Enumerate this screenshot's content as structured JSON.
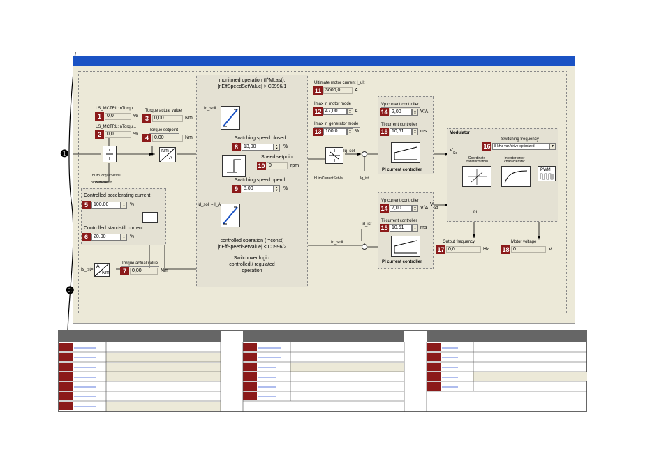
{
  "circle_markers": [
    "❶",
    "❷"
  ],
  "monitored_box": {
    "title_lines": [
      "monitored operation (I^MLast):",
      "|nEffSpeedSetValue| > C0996/1"
    ]
  },
  "controlled_box": {
    "title_lines": [
      "controlled operation (I=const)",
      "|nEffSpeedSetValue| < C0996/2"
    ]
  },
  "switchover_text": [
    "Switchover logic:",
    "controlled / regulated",
    "operation"
  ],
  "signals": {
    "iq_soll_top": "Iq_soll",
    "iq_soll_mid": "Iq_soll",
    "iq_ist_mid": "Iq_ist",
    "id_soll": "Id_soll = I_A",
    "id_ist": "Id_ist",
    "id_soll2": "Id_soll",
    "i_ist": "Is_ist=",
    "block_a_nm_top": "Nm",
    "block_a_nm_bottom": "A",
    "block_a_top": "A",
    "block_a_bottom": "Nm",
    "pwm": "PWM",
    "vsq_v": "V",
    "vsq_sub": "Sq",
    "vsd_v": "V",
    "vsd_sub": "Sd",
    "fd": "fd",
    "lim_torque": "bLimTorqueSetVal",
    "input_jerk": "nInputJerkCtrl",
    "lim_current": "bLimCurrentSetVal"
  },
  "params": [
    {
      "n": "1",
      "label": "LS_MCTRL: nTorqu...",
      "value": "0,0",
      "unit": "%"
    },
    {
      "n": "2",
      "label": "LS_MCTRL: nTorqu...",
      "value": "0,0",
      "unit": "%"
    },
    {
      "n": "3",
      "label": "Torque actual value",
      "value": "0,00",
      "unit": "Nm"
    },
    {
      "n": "4",
      "label": "Torque setpoint",
      "value": "0,00",
      "unit": "Nm"
    },
    {
      "n": "5",
      "label": "Controlled accelerating current",
      "value": "100,00",
      "unit": "%"
    },
    {
      "n": "6",
      "label": "Controlled standstill current",
      "value": "20,00",
      "unit": "%"
    },
    {
      "n": "7",
      "label": "Torque actual value",
      "value": "0,00",
      "unit": "Nm"
    },
    {
      "n": "8",
      "label": "Switching speed closed.",
      "value": "13,00",
      "unit": "%"
    },
    {
      "n": "9",
      "label": "Switching speed open l.",
      "value": "8,00",
      "unit": "%"
    },
    {
      "n": "10",
      "label": "Speed setpoint",
      "value": "0",
      "unit": "rpm"
    },
    {
      "n": "11",
      "label": "Ultimate motor current I_ult",
      "value": "3000,0",
      "unit": "A"
    },
    {
      "n": "12",
      "label": "Imax in motor mode",
      "value": "47,00",
      "unit": "A"
    },
    {
      "n": "13",
      "label": "Imax in generator mode",
      "value": "100,0",
      "unit": "%"
    },
    {
      "n": "14",
      "label": "Vp current controller",
      "value": "2,00",
      "unit": "V/A"
    },
    {
      "n": "15",
      "label": "Ti current controller",
      "value": "10,61",
      "unit": "ms"
    },
    {
      "n": "14",
      "label": "Vp current controller",
      "value": "7,00",
      "unit": "V/A"
    },
    {
      "n": "15",
      "label": "Ti current controller",
      "value": "10,61",
      "unit": "ms"
    },
    {
      "n": "16",
      "label": "Switching frequency",
      "value": "8 kHz var./drive-optimized",
      "unit": ""
    },
    {
      "n": "17",
      "label": "Output frequency",
      "value": "0,0",
      "unit": "Hz"
    },
    {
      "n": "18",
      "label": "Motor voltage",
      "value": "0",
      "unit": "V"
    }
  ],
  "pi_label": "PI current controller",
  "modulator": {
    "title": "Modulator",
    "coord": "Coordinate transformation",
    "inv": "Inverter error characteristic"
  }
}
